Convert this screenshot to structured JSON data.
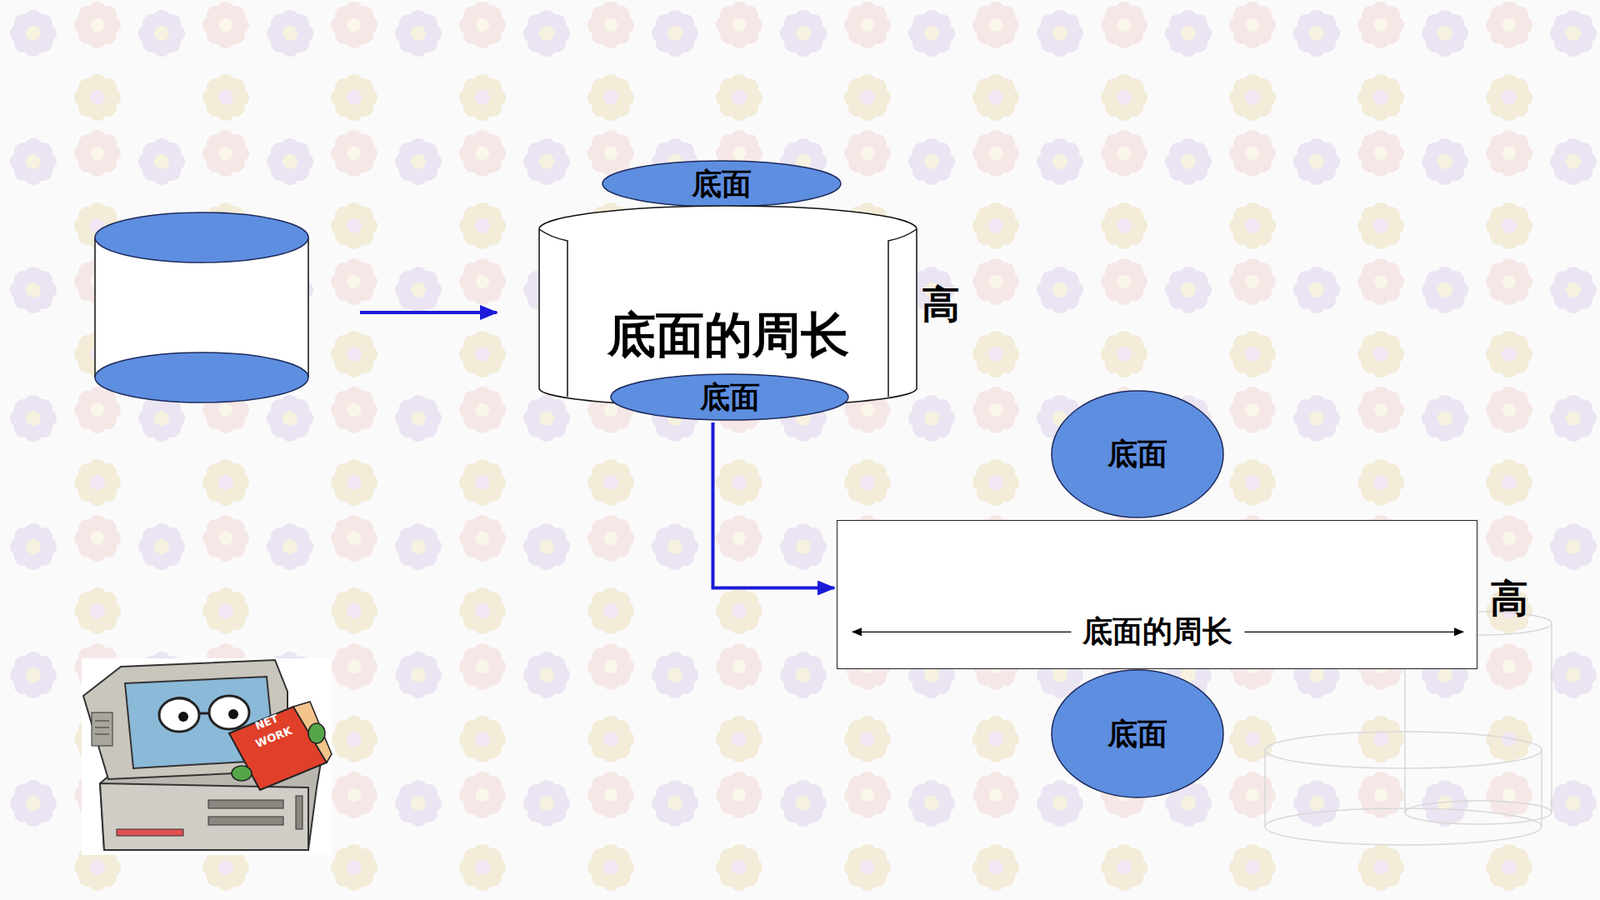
{
  "diagram": {
    "nodes": [
      {
        "text": [
          "底面"
        ]
      },
      {
        "text": [
          "底面的周长"
        ]
      },
      {
        "text": [
          "底面"
        ]
      },
      {
        "text": [
          "底面"
        ]
      },
      {
        "text": [
          "底面的周长"
        ]
      },
      {
        "text": [
          "底面"
        ]
      }
    ],
    "edges": [
      {
        "from": 2,
        "to": 4,
        "arrow": "to"
      }
    ],
    "labels": [
      "高",
      "高",
      "NET",
      "WORK"
    ]
  }
}
